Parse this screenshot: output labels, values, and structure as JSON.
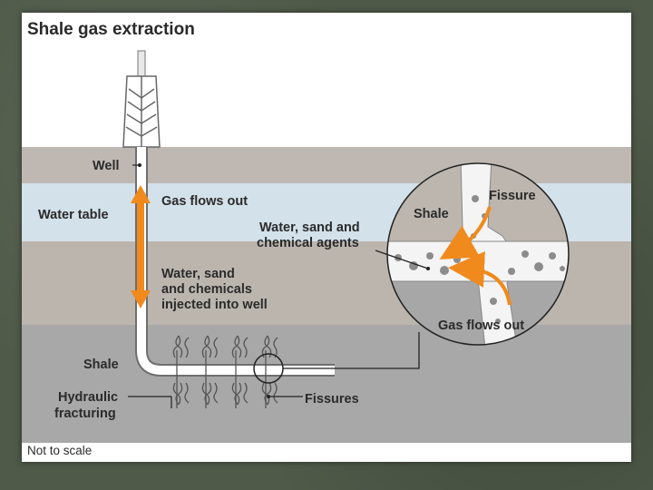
{
  "title": "Shale gas extraction",
  "labels": {
    "well": "Well",
    "water_table": "Water table",
    "gas_flows_out": "Gas flows out",
    "water_sand_1": "Water, sand",
    "water_sand_2": "and chemicals",
    "water_sand_3": "injected into well",
    "shale": "Shale",
    "hydraulic_1": "Hydraulic",
    "hydraulic_2": "fracturing",
    "fissures": "Fissures",
    "not_to_scale": "Not to scale"
  },
  "inset": {
    "fissure": "Fissure",
    "shale": "Shale",
    "agents_1": "Water, sand and",
    "agents_2": "chemical agents",
    "gas_flows_out": "Gas flows out"
  },
  "colors": {
    "sky": "#ffffff",
    "upper_rock": "#bfb8b2",
    "water_table": "#d3e1ea",
    "middle_rock": "#bcb5ae",
    "shale_layer": "#a7a7a7",
    "arrow": "#f08a1c",
    "frame": "#4f5a49"
  }
}
